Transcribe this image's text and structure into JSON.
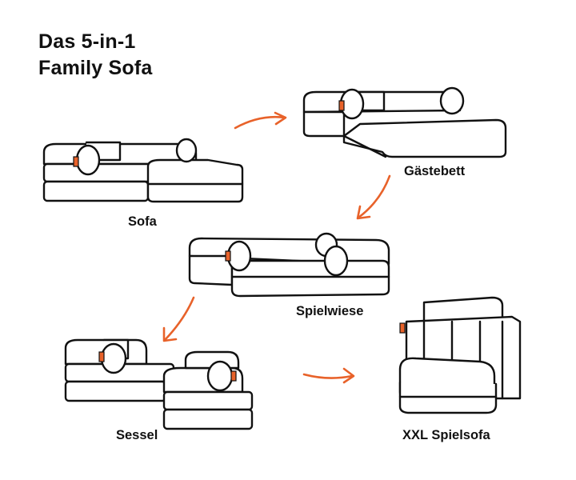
{
  "title": {
    "line1": "Das 5-in-1",
    "line2": "Family Sofa"
  },
  "labels": {
    "sofa": "Sofa",
    "gaestebett": "Gästebett",
    "spielwiese": "Spielwiese",
    "sessel": "Sessel",
    "xxl": "XXL Spielsofa"
  },
  "colors": {
    "accent": "#e8622a",
    "line": "#111111",
    "background": "#ffffff"
  }
}
